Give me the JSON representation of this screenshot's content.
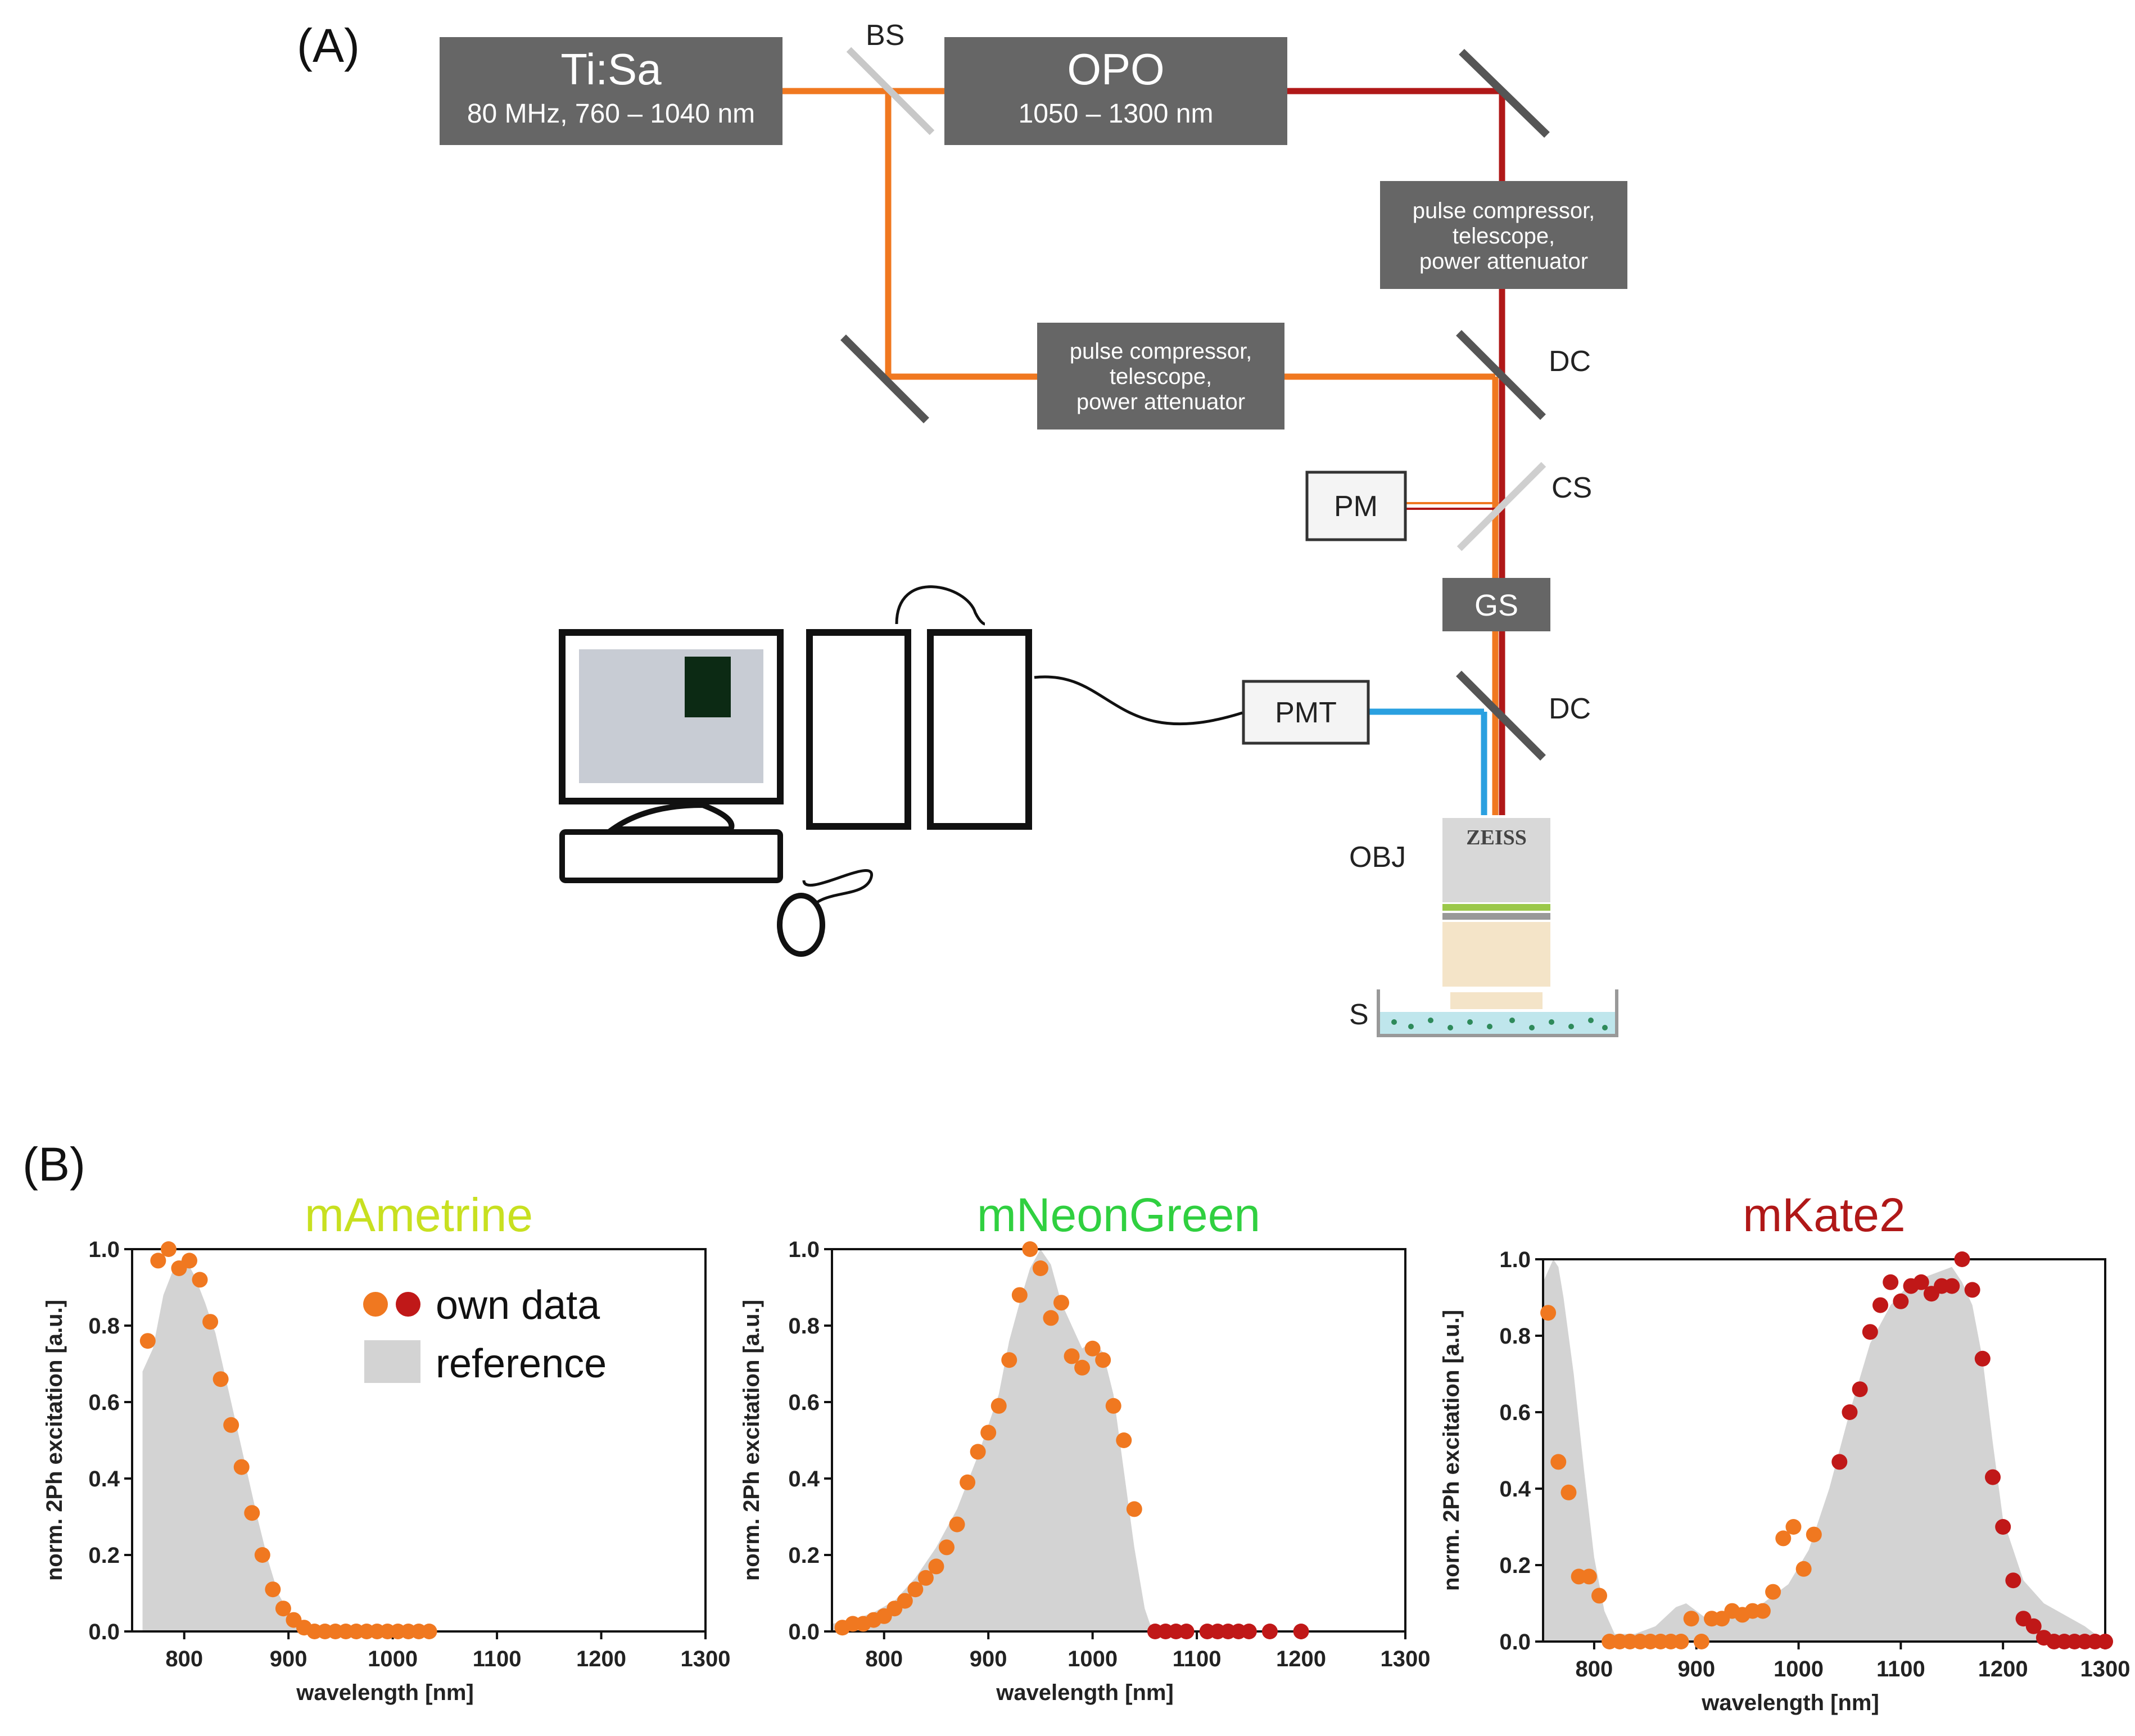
{
  "panel_a": {
    "label": "(A)",
    "ti_sa": {
      "title": "Ti:Sa",
      "spec": "80 MHz, 760 – 1040 nm"
    },
    "opo": {
      "title": "OPO",
      "spec": "1050 – 1300 nm"
    },
    "bs": "BS",
    "compressor_ir": [
      "pulse compressor,",
      "telescope,",
      "power attenuator"
    ],
    "compressor_tisa": [
      "pulse compressor,",
      "telescope,",
      "power attenuator"
    ],
    "dc1": "DC",
    "cs": "CS",
    "pm": "PM",
    "gs": "GS",
    "dc2": "DC",
    "pmt": "PMT",
    "obj": "OBJ",
    "objective_brand": "ZEISS",
    "sample": "S",
    "colors": {
      "tisa_beam": "#f07820",
      "opo_beam": "#b01818",
      "detection_beam": "#2aa0e0",
      "box": "#666666"
    }
  },
  "panel_b": {
    "label": "(B)",
    "legend": {
      "own": "own data",
      "reference": "reference"
    },
    "colors": {
      "own_tisa": "#f07820",
      "own_opo": "#c01818",
      "reference": "#d3d3d3"
    }
  },
  "chart_data": [
    {
      "type": "scatter",
      "title": "mAmetrine",
      "title_color": "#c8e020",
      "xlabel": "wavelength [nm]",
      "ylabel": "norm. 2Ph excitation [a.u.]",
      "xlim": [
        750,
        1300
      ],
      "ylim": [
        0,
        1.0
      ],
      "xticks": [
        800,
        900,
        1000,
        1100,
        1200,
        1300
      ],
      "yticks": [
        "0.0",
        "0.2",
        "0.4",
        "0.6",
        "0.8",
        "1.0"
      ],
      "reference": {
        "x": [
          760,
          770,
          780,
          790,
          800,
          810,
          820,
          830,
          840,
          850,
          860,
          870,
          880,
          890,
          900,
          910,
          920,
          930,
          940,
          1040
        ],
        "y": [
          0.68,
          0.74,
          0.88,
          0.95,
          0.98,
          0.93,
          0.86,
          0.78,
          0.66,
          0.54,
          0.42,
          0.3,
          0.19,
          0.1,
          0.05,
          0.02,
          0.01,
          0.0,
          0.0,
          0.0
        ]
      },
      "series": [
        {
          "name": "own data",
          "color": "#f07820",
          "x": [
            765,
            775,
            785,
            795,
            805,
            815,
            825,
            835,
            845,
            855,
            865,
            875,
            885,
            895,
            905,
            915,
            925,
            935,
            945,
            955,
            965,
            975,
            985,
            995,
            1005,
            1015,
            1025,
            1035
          ],
          "y": [
            0.76,
            0.97,
            1.0,
            0.95,
            0.97,
            0.92,
            0.81,
            0.66,
            0.54,
            0.43,
            0.31,
            0.2,
            0.11,
            0.06,
            0.03,
            0.01,
            0.0,
            0.0,
            0.0,
            0.0,
            0.0,
            0.0,
            0.0,
            0.0,
            0.0,
            0.0,
            0.0,
            0.0
          ]
        }
      ]
    },
    {
      "type": "scatter",
      "title": "mNeonGreen",
      "title_color": "#30d040",
      "xlabel": "wavelength [nm]",
      "ylabel": "norm. 2Ph excitation [a.u.]",
      "xlim": [
        750,
        1300
      ],
      "ylim": [
        0,
        1.0
      ],
      "xticks": [
        800,
        900,
        1000,
        1100,
        1200,
        1300
      ],
      "yticks": [
        "0.0",
        "0.2",
        "0.4",
        "0.6",
        "0.8",
        "1.0"
      ],
      "reference": {
        "x": [
          750,
          770,
          790,
          810,
          830,
          850,
          870,
          890,
          910,
          920,
          930,
          940,
          950,
          960,
          970,
          980,
          990,
          1000,
          1010,
          1020,
          1030,
          1040,
          1050,
          1055,
          1060,
          1300
        ],
        "y": [
          0.02,
          0.03,
          0.05,
          0.08,
          0.14,
          0.22,
          0.32,
          0.46,
          0.62,
          0.76,
          0.86,
          0.95,
          1.0,
          0.96,
          0.86,
          0.8,
          0.74,
          0.76,
          0.73,
          0.62,
          0.42,
          0.22,
          0.06,
          0.02,
          0.0,
          0.0
        ]
      },
      "series": [
        {
          "name": "",
          "color": "#f07820",
          "x": [
            760,
            770,
            780,
            790,
            800,
            810,
            820,
            830,
            840,
            850,
            860,
            870,
            880,
            890,
            900,
            910,
            920,
            930,
            940,
            950,
            960,
            970,
            980,
            990,
            1000,
            1010,
            1020,
            1030,
            1040
          ],
          "y": [
            0.01,
            0.02,
            0.02,
            0.03,
            0.04,
            0.06,
            0.08,
            0.11,
            0.14,
            0.17,
            0.22,
            0.28,
            0.39,
            0.47,
            0.52,
            0.59,
            0.71,
            0.88,
            1.0,
            0.95,
            0.82,
            0.86,
            0.72,
            0.69,
            0.74,
            0.71,
            0.59,
            0.5,
            0.32
          ]
        },
        {
          "name": "",
          "color": "#c01818",
          "x": [
            1060,
            1070,
            1080,
            1090,
            1110,
            1120,
            1130,
            1140,
            1150,
            1170,
            1200
          ],
          "y": [
            0.0,
            0.0,
            0.0,
            0.0,
            0.0,
            0.0,
            0.0,
            0.0,
            0.0,
            0.0,
            0.0
          ]
        }
      ]
    },
    {
      "type": "scatter",
      "title": "mKate2",
      "title_color": "#b01818",
      "xlabel": "wavelength [nm]",
      "ylabel": "norm. 2Ph excitation [a.u.]",
      "xlim": [
        750,
        1300
      ],
      "ylim": [
        0,
        1.0
      ],
      "xticks": [
        800,
        900,
        1000,
        1100,
        1200,
        1300
      ],
      "yticks": [
        "0.0",
        "0.2",
        "0.4",
        "0.6",
        "0.8",
        "1.0"
      ],
      "reference": {
        "x": [
          750,
          760,
          765,
          770,
          780,
          790,
          800,
          810,
          820,
          840,
          860,
          880,
          890,
          900,
          910,
          930,
          960,
          990,
          1010,
          1030,
          1050,
          1070,
          1090,
          1110,
          1130,
          1150,
          1160,
          1170,
          1180,
          1190,
          1200,
          1220,
          1240,
          1260,
          1280,
          1300
        ],
        "y": [
          0.94,
          1.0,
          0.98,
          0.9,
          0.7,
          0.45,
          0.22,
          0.08,
          0.02,
          0.02,
          0.04,
          0.09,
          0.1,
          0.08,
          0.06,
          0.07,
          0.09,
          0.15,
          0.24,
          0.4,
          0.6,
          0.78,
          0.88,
          0.94,
          0.96,
          0.98,
          0.94,
          0.88,
          0.74,
          0.52,
          0.32,
          0.16,
          0.1,
          0.07,
          0.04,
          0.0
        ]
      },
      "series": [
        {
          "name": "",
          "color": "#f07820",
          "x": [
            755,
            765,
            775,
            785,
            795,
            805,
            815,
            825,
            835,
            845,
            855,
            865,
            875,
            885,
            895,
            905,
            915,
            925,
            935,
            945,
            955,
            965,
            975,
            985,
            995,
            1005,
            1015
          ],
          "y": [
            0.86,
            0.47,
            0.39,
            0.17,
            0.17,
            0.12,
            0.0,
            0.0,
            0.0,
            0.0,
            0.0,
            0.0,
            0.0,
            0.0,
            0.06,
            0.0,
            0.06,
            0.06,
            0.08,
            0.07,
            0.08,
            0.08,
            0.13,
            0.27,
            0.3,
            0.19,
            0.28
          ]
        },
        {
          "name": "",
          "color": "#c01818",
          "x": [
            1040,
            1050,
            1060,
            1070,
            1080,
            1090,
            1100,
            1110,
            1120,
            1130,
            1140,
            1150,
            1160,
            1170,
            1180,
            1190,
            1200,
            1210,
            1220,
            1230,
            1240,
            1250,
            1260,
            1270,
            1280,
            1290,
            1300
          ],
          "y": [
            0.47,
            0.6,
            0.66,
            0.81,
            0.88,
            0.94,
            0.89,
            0.93,
            0.94,
            0.91,
            0.93,
            0.93,
            1.0,
            0.92,
            0.74,
            0.43,
            0.3,
            0.16,
            0.06,
            0.04,
            0.01,
            0.0,
            0.0,
            0.0,
            0.0,
            0.0,
            0.0
          ]
        }
      ]
    }
  ]
}
